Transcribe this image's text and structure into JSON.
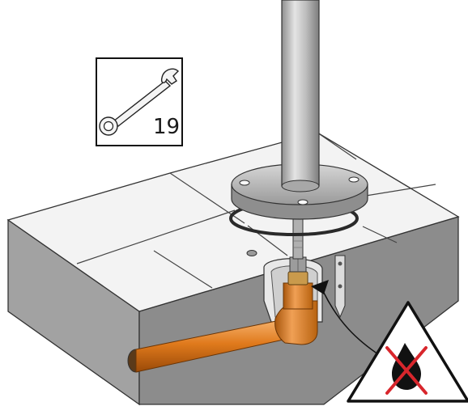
{
  "tool_callout": {
    "icon": "combination-wrench",
    "size_label": "19"
  },
  "warning": {
    "icon": "no-oil-drop-crossed",
    "meaning": "no lubricant"
  },
  "colors": {
    "pipe_copper": "#e07a1c",
    "slab_top": "#f2f2f2",
    "slab_side": "#8e8e8e",
    "pillar": "#b5b5b5",
    "prohibition_red": "#d8262c"
  }
}
